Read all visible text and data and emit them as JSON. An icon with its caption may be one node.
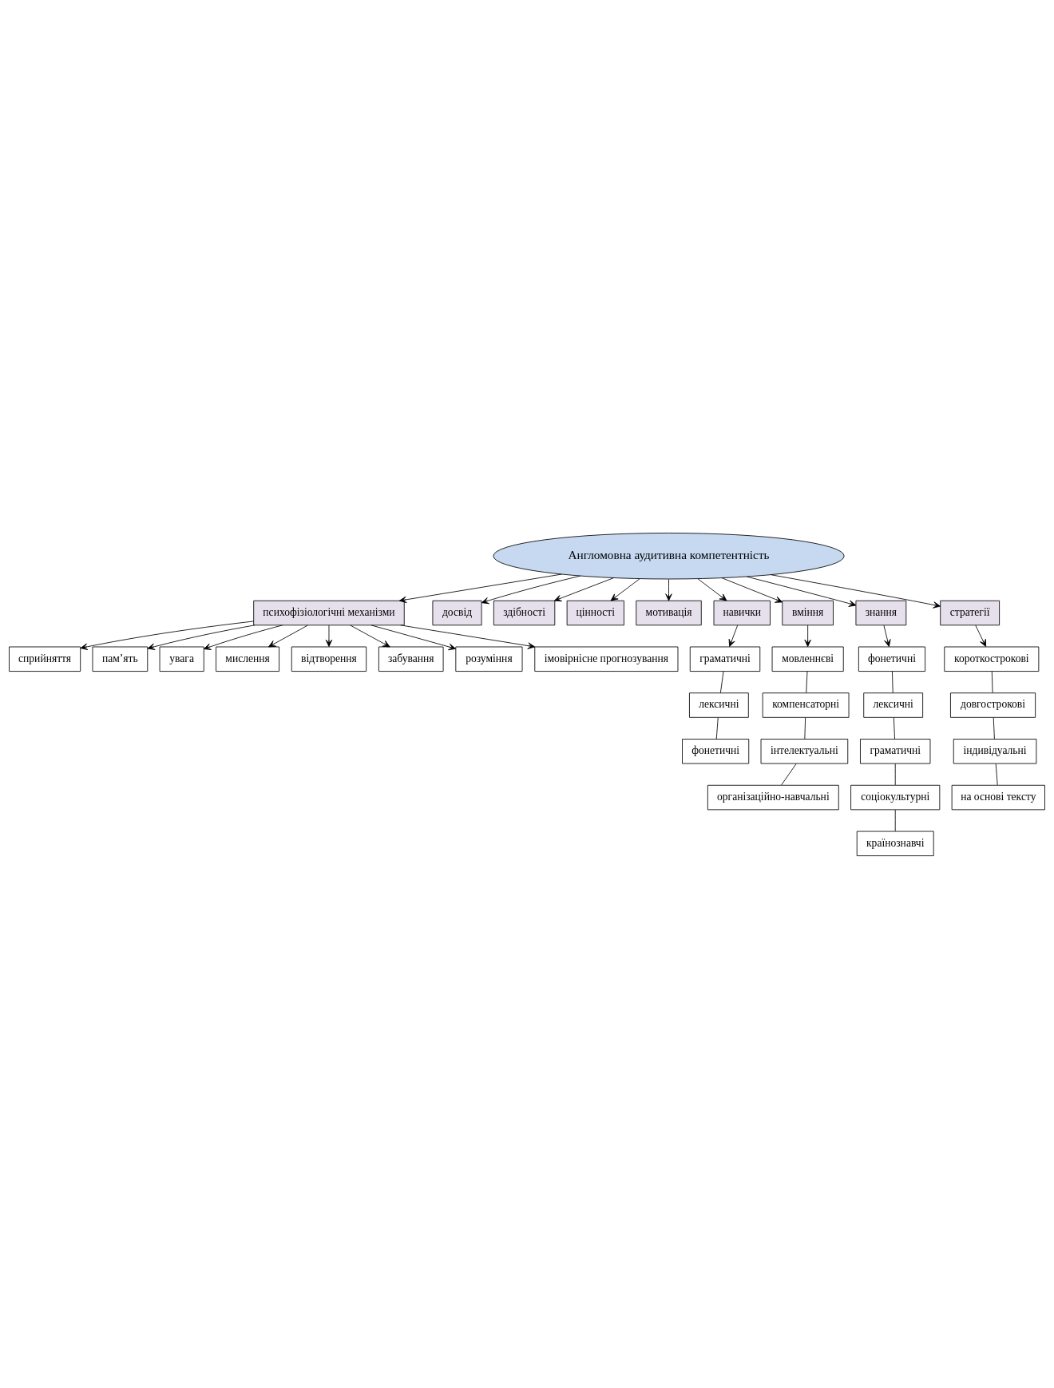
{
  "diagram": {
    "nodes": [
      {
        "text": [
          "Англомовна аудитивна компетентність"
        ]
      },
      {
        "text": [
          "психофізіологічні механізми"
        ]
      },
      {
        "text": [
          "сприйняття"
        ]
      },
      {
        "text": [
          "пам’ять"
        ]
      },
      {
        "text": [
          "увага"
        ]
      },
      {
        "text": [
          "мислення"
        ]
      },
      {
        "text": [
          "відтворення"
        ]
      },
      {
        "text": [
          "забування"
        ]
      },
      {
        "text": [
          "розуміння"
        ]
      },
      {
        "text": [
          "імовірнісне прогнозування"
        ]
      },
      {
        "text": [
          "досвід"
        ]
      },
      {
        "text": [
          "здібності"
        ]
      },
      {
        "text": [
          "цінності"
        ]
      },
      {
        "text": [
          "мотивація"
        ]
      },
      {
        "text": [
          "навички"
        ]
      },
      {
        "text": [
          "граматичні"
        ]
      },
      {
        "text": [
          "лексичні"
        ]
      },
      {
        "text": [
          "фонетичні"
        ]
      },
      {
        "text": [
          "вміння"
        ]
      },
      {
        "text": [
          "мовленнєві"
        ]
      },
      {
        "text": [
          "компенсаторні"
        ]
      },
      {
        "text": [
          "інтелектуальні"
        ]
      },
      {
        "text": [
          "організаційно-навчальні"
        ]
      },
      {
        "text": [
          "знання"
        ]
      },
      {
        "text": [
          "фонетичні"
        ]
      },
      {
        "text": [
          "лексичні"
        ]
      },
      {
        "text": [
          "граматичні"
        ]
      },
      {
        "text": [
          "соціокультурні"
        ]
      },
      {
        "text": [
          "країнознавчі"
        ]
      },
      {
        "text": [
          "стратегії"
        ]
      },
      {
        "text": [
          "короткострокові"
        ]
      },
      {
        "text": [
          "довгострокові"
        ]
      },
      {
        "text": [
          "індивідуальні"
        ]
      },
      {
        "text": [
          "на основі тексту"
        ]
      }
    ],
    "edges": [
      {
        "from": 0,
        "to": 1,
        "arrow": "to"
      },
      {
        "from": 1,
        "to": 2,
        "arrow": "to"
      },
      {
        "from": 1,
        "to": 3,
        "arrow": "to"
      },
      {
        "from": 1,
        "to": 4,
        "arrow": "to"
      },
      {
        "from": 1,
        "to": 5,
        "arrow": "to"
      },
      {
        "from": 1,
        "to": 6,
        "arrow": "to"
      },
      {
        "from": 1,
        "to": 7,
        "arrow": "to"
      },
      {
        "from": 1,
        "to": 8,
        "arrow": "to"
      },
      {
        "from": 1,
        "to": 9,
        "arrow": "to"
      },
      {
        "from": 0,
        "to": 10,
        "arrow": "to"
      },
      {
        "from": 0,
        "to": 11,
        "arrow": "to"
      },
      {
        "from": 0,
        "to": 12,
        "arrow": "to"
      },
      {
        "from": 0,
        "to": 13,
        "arrow": "to"
      },
      {
        "from": 0,
        "to": 14,
        "arrow": "to"
      },
      {
        "from": 14,
        "to": 15,
        "arrow": "to"
      },
      {
        "from": 15,
        "to": 16,
        "arrow": "none"
      },
      {
        "from": 16,
        "to": 17,
        "arrow": "none"
      },
      {
        "from": 0,
        "to": 18,
        "arrow": "to"
      },
      {
        "from": 18,
        "to": 19,
        "arrow": "to"
      },
      {
        "from": 19,
        "to": 20,
        "arrow": "none"
      },
      {
        "from": 20,
        "to": 21,
        "arrow": "none"
      },
      {
        "from": 21,
        "to": 22,
        "arrow": "none"
      },
      {
        "from": 0,
        "to": 23,
        "arrow": "to"
      },
      {
        "from": 23,
        "to": 24,
        "arrow": "to"
      },
      {
        "from": 24,
        "to": 25,
        "arrow": "none"
      },
      {
        "from": 25,
        "to": 26,
        "arrow": "none"
      },
      {
        "from": 26,
        "to": 27,
        "arrow": "none"
      },
      {
        "from": 27,
        "to": 28,
        "arrow": "none"
      },
      {
        "from": 0,
        "to": 29,
        "arrow": "to"
      },
      {
        "from": 29,
        "to": 30,
        "arrow": "to"
      },
      {
        "from": 30,
        "to": 31,
        "arrow": "none"
      },
      {
        "from": 31,
        "to": 32,
        "arrow": "none"
      },
      {
        "from": 32,
        "to": 33,
        "arrow": "none"
      }
    ]
  }
}
